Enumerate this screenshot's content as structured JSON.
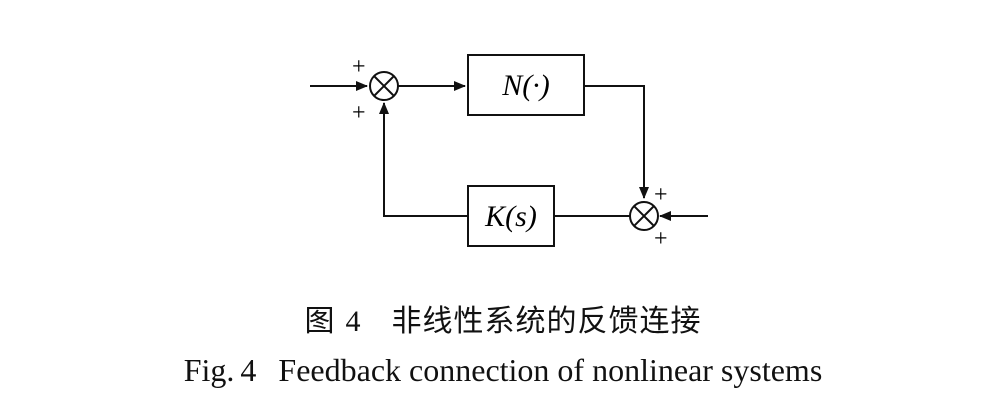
{
  "diagram": {
    "blocks": {
      "nonlinear": "N(·)",
      "linear": "K(s)"
    },
    "summing_junctions": {
      "sum1": {
        "input_sign": "+",
        "feedback_sign": "+"
      },
      "sum2": {
        "input_sign": "+",
        "external_sign": "+"
      }
    }
  },
  "caption": {
    "cn_label": "图",
    "cn_number": "4",
    "cn_text": "非线性系统的反馈连接",
    "en_label": "Fig.",
    "en_number": "4",
    "en_text": "Feedback connection of nonlinear systems"
  }
}
